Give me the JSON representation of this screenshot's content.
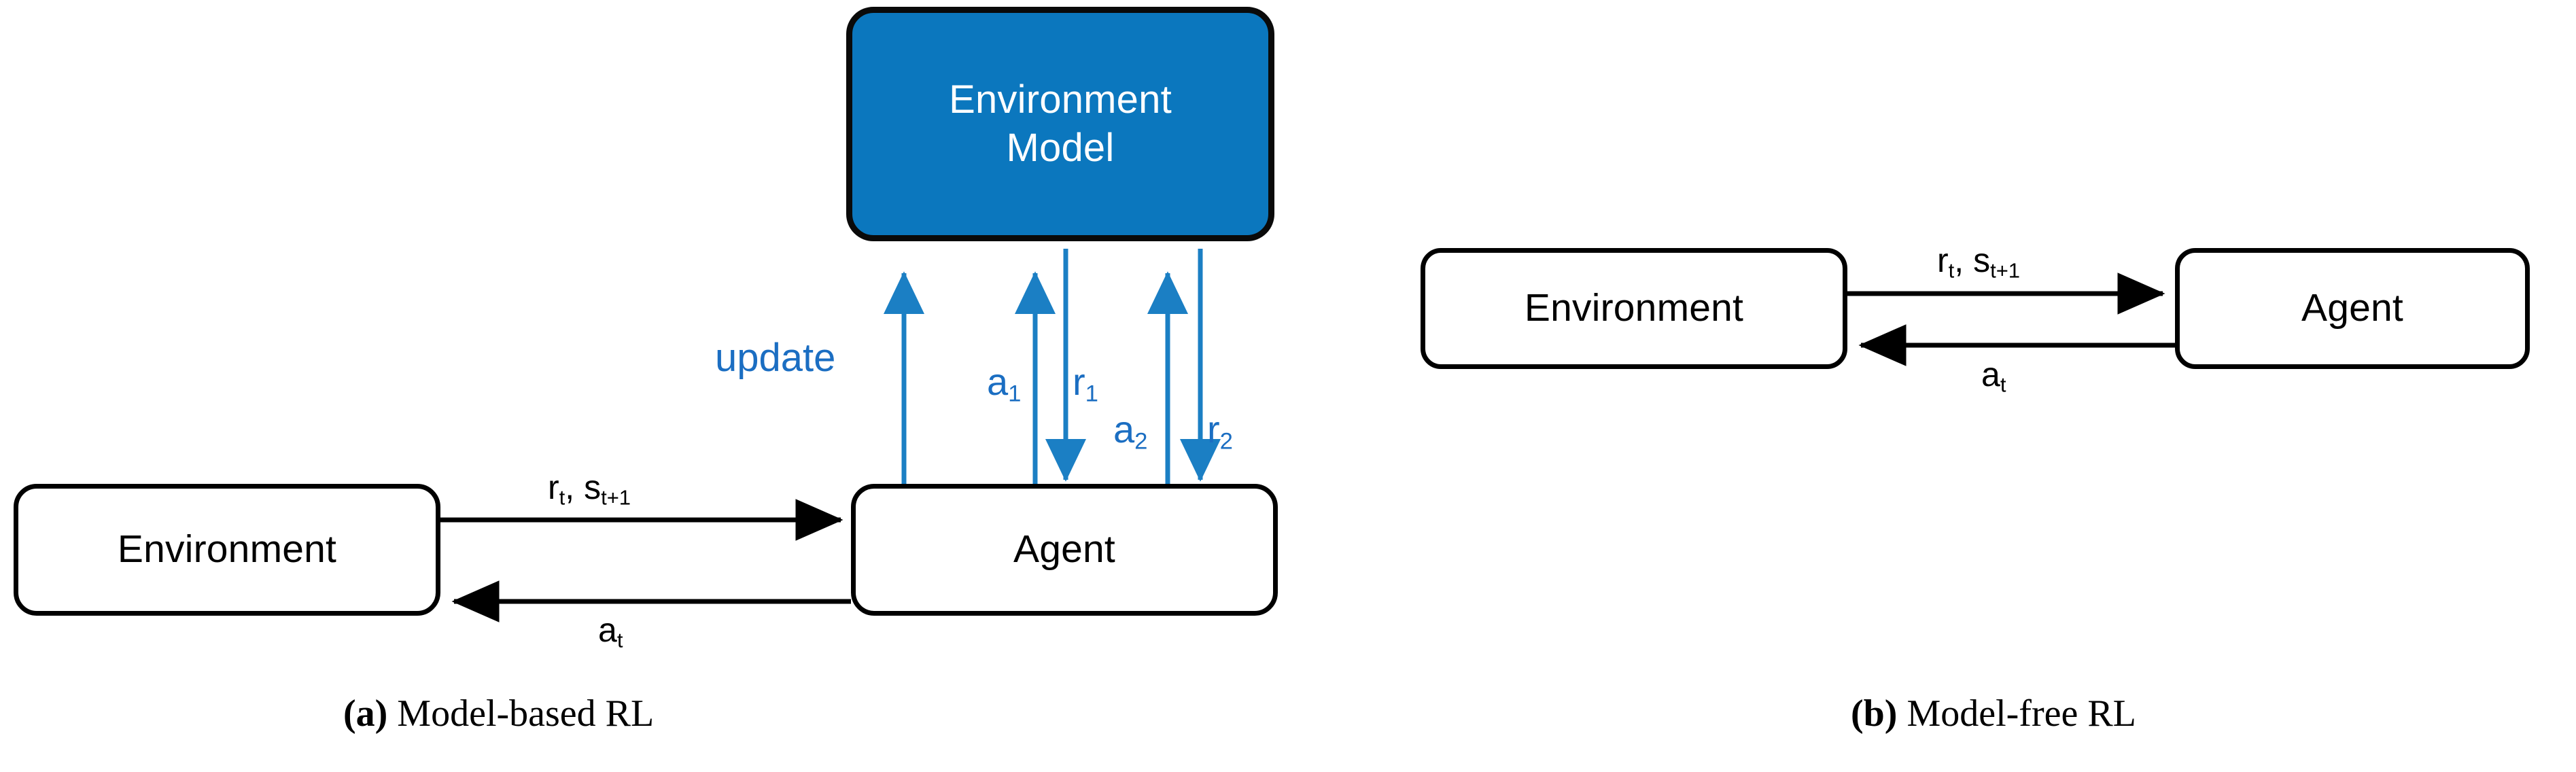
{
  "figure": {
    "panels": [
      {
        "id": "a",
        "caption_tag": "(a)",
        "caption_text": " Model-based RL",
        "nodes": [
          {
            "name": "environment-model",
            "label": "Environment\nModel",
            "fill": "#0B77BE",
            "text_color": "#FFFFFF"
          },
          {
            "name": "environment",
            "label": "Environment",
            "fill": "#FFFFFF",
            "text_color": "#000000"
          },
          {
            "name": "agent",
            "label": "Agent",
            "fill": "#FFFFFF",
            "text_color": "#000000"
          }
        ],
        "edges": [
          {
            "name": "env-to-agent",
            "label": "r",
            "sub": "t",
            "label2": ", s",
            "sub2": "t+1",
            "direction": "right",
            "color": "#000000"
          },
          {
            "name": "agent-to-env",
            "label": "a",
            "sub": "t",
            "direction": "left",
            "color": "#000000"
          },
          {
            "name": "agent-to-model-update",
            "label": "update",
            "direction": "up",
            "color": "#1B6EC2"
          },
          {
            "name": "agent-to-model-a1",
            "label": "a",
            "sub": "1",
            "direction": "up",
            "color": "#1B6EC2"
          },
          {
            "name": "model-to-agent-r1",
            "label": "r",
            "sub": "1",
            "direction": "down",
            "color": "#1B6EC2"
          },
          {
            "name": "agent-to-model-a2",
            "label": "a",
            "sub": "2",
            "direction": "up",
            "color": "#1B6EC2"
          },
          {
            "name": "model-to-agent-r2",
            "label": "r",
            "sub": "2",
            "direction": "down",
            "color": "#1B6EC2"
          }
        ]
      },
      {
        "id": "b",
        "caption_tag": "(b)",
        "caption_text": " Model-free RL",
        "nodes": [
          {
            "name": "environment",
            "label": "Environment",
            "fill": "#FFFFFF",
            "text_color": "#000000"
          },
          {
            "name": "agent",
            "label": "Agent",
            "fill": "#FFFFFF",
            "text_color": "#000000"
          }
        ],
        "edges": [
          {
            "name": "env-to-agent",
            "label": "r",
            "sub": "t",
            "label2": ", s",
            "sub2": "t+1",
            "direction": "right",
            "color": "#000000"
          },
          {
            "name": "agent-to-env",
            "label": "a",
            "sub": "t",
            "direction": "left",
            "color": "#000000"
          }
        ]
      }
    ]
  },
  "panel_a": {
    "model_box_label": "Environment\nModel",
    "environment_label": "Environment",
    "agent_label": "Agent",
    "edge_reward_state_main": "r",
    "edge_reward_state_sub": "t",
    "edge_reward_state_main2": ", s",
    "edge_reward_state_sub2": "t+1",
    "edge_action_main": "a",
    "edge_action_sub": "t",
    "edge_update": "update",
    "edge_a1_main": "a",
    "edge_a1_sub": "1",
    "edge_r1_main": "r",
    "edge_r1_sub": "1",
    "edge_a2_main": "a",
    "edge_a2_sub": "2",
    "edge_r2_main": "r",
    "edge_r2_sub": "2",
    "caption_tag": "(a)",
    "caption_text": " Model-based RL"
  },
  "panel_b": {
    "environment_label": "Environment",
    "agent_label": "Agent",
    "edge_reward_state_main": "r",
    "edge_reward_state_sub": "t",
    "edge_reward_state_main2": ", s",
    "edge_reward_state_sub2": "t+1",
    "edge_action_main": "a",
    "edge_action_sub": "t",
    "caption_tag": "(b)",
    "caption_text": " Model-free RL"
  },
  "colors": {
    "model_fill": "#0B77BE",
    "arrow_blue": "#1B6EC2",
    "arrow_black": "#000000",
    "label_blue": "#1F6FC4",
    "background": "#FFFFFF"
  }
}
